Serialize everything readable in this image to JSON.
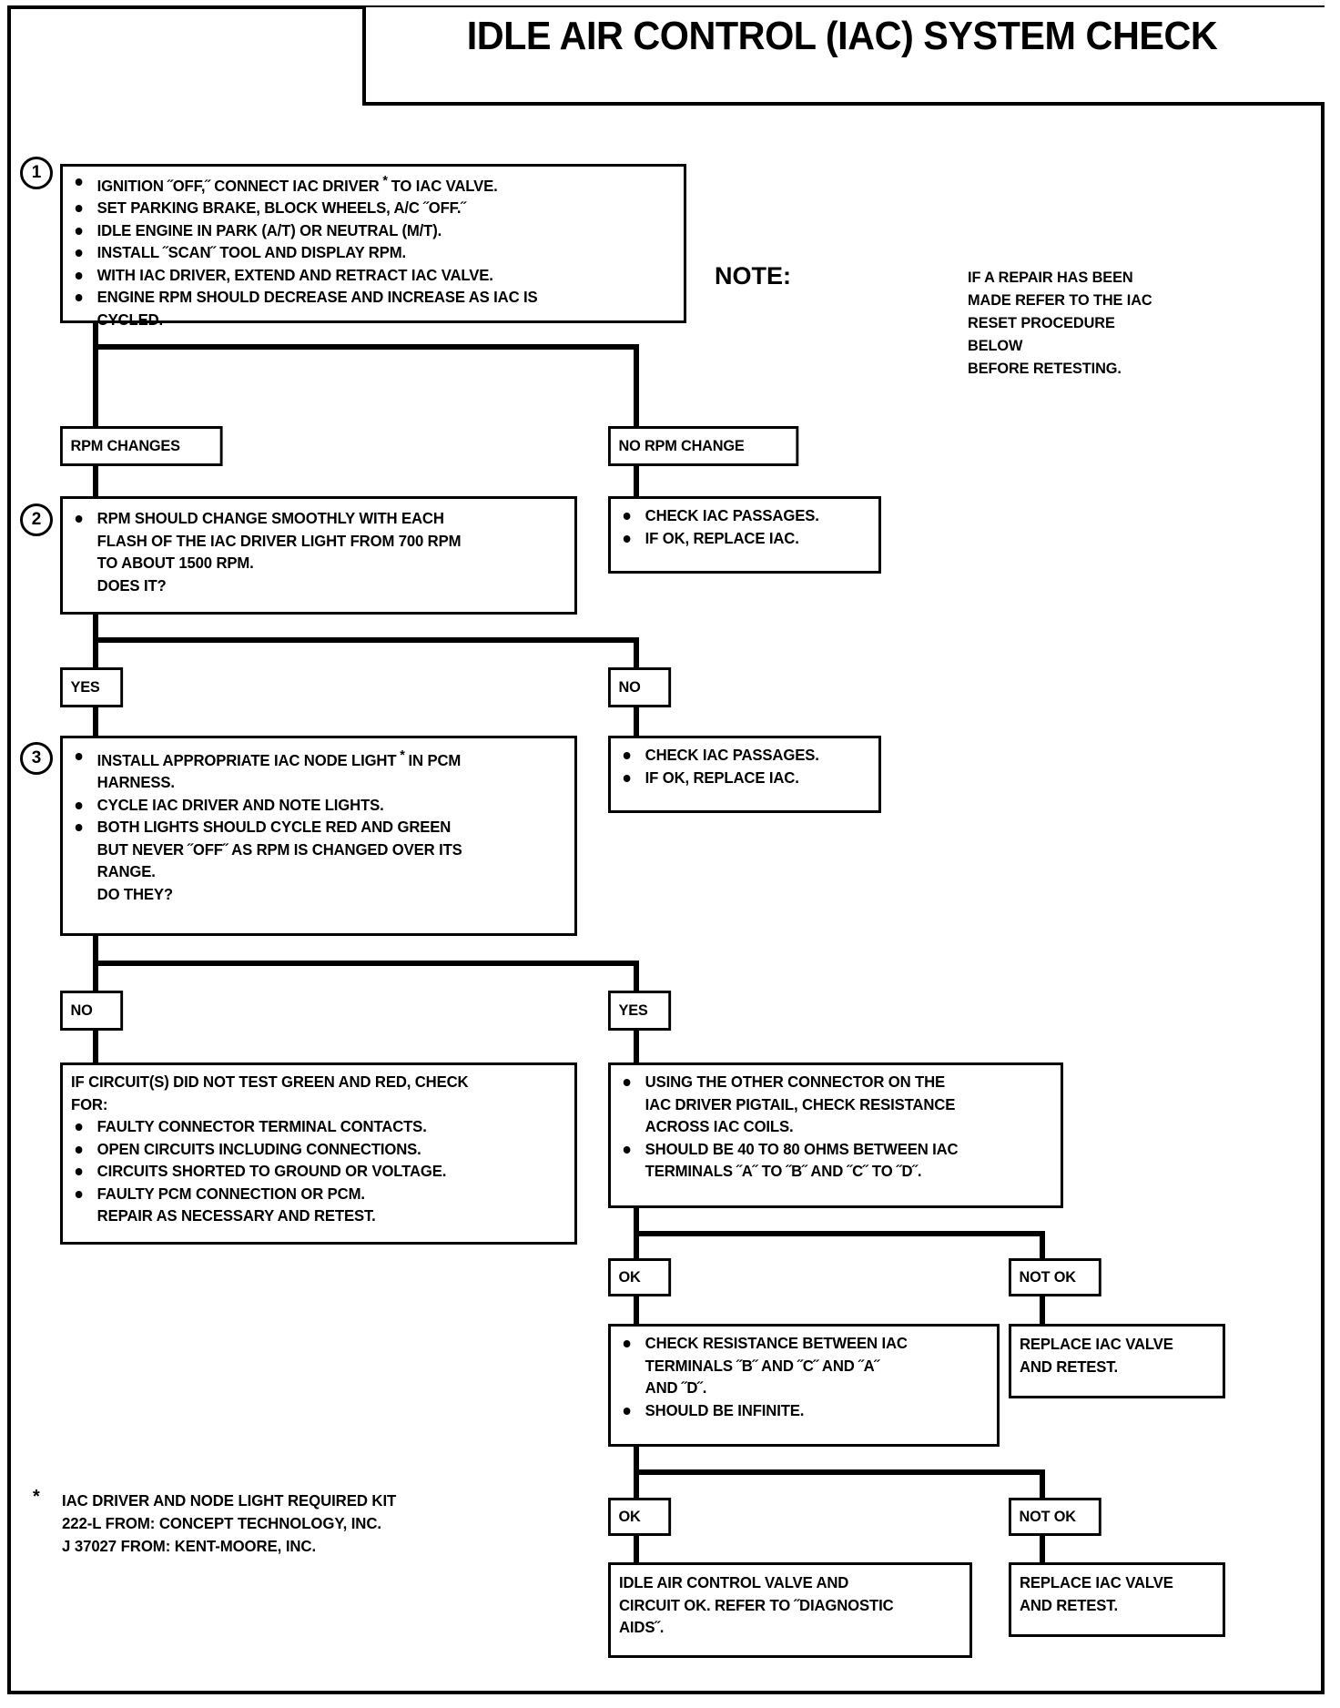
{
  "title": "IDLE AIR CONTROL (IAC) SYSTEM CHECK",
  "note": {
    "label": "NOTE:",
    "line1": "IF A REPAIR HAS BEEN",
    "line2": "MADE REFER TO THE IAC",
    "line3": "RESET PROCEDURE BELOW",
    "line4": "BEFORE RETESTING."
  },
  "step1": {
    "number": "1",
    "b1a": "IGNITION ˝OFF,˝ CONNECT IAC DRIVER",
    "b1b": "TO IAC VALVE.",
    "b2": "SET PARKING BRAKE, BLOCK WHEELS, A/C ˝OFF.˝",
    "b3": "IDLE ENGINE IN PARK (A/T) OR NEUTRAL (M/T).",
    "b4": "INSTALL ˝SCAN˝ TOOL AND DISPLAY RPM.",
    "b5": "WITH IAC DRIVER, EXTEND AND RETRACT IAC VALVE.",
    "b6l1": "ENGINE RPM SHOULD DECREASE AND INCREASE AS IAC IS",
    "b6l2": "CYCLED."
  },
  "branch1": {
    "left_label": "RPM CHANGES",
    "right_label": "NO RPM CHANGE"
  },
  "step2": {
    "number": "2",
    "b1l1": "RPM SHOULD CHANGE SMOOTHLY WITH EACH",
    "b1l2": "FLASH OF THE IAC DRIVER LIGHT FROM 700 RPM",
    "b1l3": "TO ABOUT 1500 RPM.",
    "b1l4": "DOES IT?"
  },
  "nochange_box": {
    "b1": "CHECK IAC PASSAGES.",
    "b2": "IF OK, REPLACE IAC."
  },
  "branch2": {
    "left_label": "YES",
    "right_label": "NO"
  },
  "step3": {
    "number": "3",
    "b1a": "INSTALL APPROPRIATE IAC NODE LIGHT",
    "b1b": "IN PCM",
    "b1l2": "HARNESS.",
    "b2": "CYCLE IAC DRIVER AND NOTE LIGHTS.",
    "b3l1": "BOTH LIGHTS SHOULD CYCLE RED AND GREEN",
    "b3l2": "BUT NEVER ˝OFF˝ AS RPM IS CHANGED OVER ITS",
    "b3l3": "RANGE.",
    "b3l4": "DO THEY?"
  },
  "no_box_2": {
    "b1": "CHECK IAC PASSAGES.",
    "b2": "IF OK, REPLACE IAC."
  },
  "branch3": {
    "left_label": "NO",
    "right_label": "YES"
  },
  "circuit_box": {
    "intro_l1": "IF CIRCUIT(S) DID NOT TEST GREEN AND RED, CHECK",
    "intro_l2": "FOR:",
    "b1": "FAULTY CONNECTOR TERMINAL CONTACTS.",
    "b2": "OPEN CIRCUITS INCLUDING CONNECTIONS.",
    "b3": "CIRCUITS SHORTED TO GROUND OR VOLTAGE.",
    "b4l1": "FAULTY PCM CONNECTION OR PCM.",
    "b4l2": "REPAIR AS NECESSARY AND RETEST."
  },
  "resistance_box": {
    "b1l1": "USING THE OTHER CONNECTOR ON THE",
    "b1l2": "IAC DRIVER PIGTAIL, CHECK RESISTANCE",
    "b1l3": "ACROSS IAC COILS.",
    "b2l1": "SHOULD BE 40 TO 80 OHMS BETWEEN IAC",
    "b2l2": "TERMINALS ˝A˝ TO ˝B˝ AND ˝C˝ TO ˝D˝."
  },
  "branch4": {
    "left_label": "OK",
    "right_label": "NOT OK"
  },
  "resistance_box2": {
    "b1l1": "CHECK RESISTANCE BETWEEN IAC",
    "b1l2": "TERMINALS ˝B˝ AND ˝C˝ AND ˝A˝",
    "b1l3": "AND ˝D˝.",
    "b2": "SHOULD BE INFINITE."
  },
  "replace_box_1": {
    "l1": "REPLACE IAC VALVE",
    "l2": "AND RETEST."
  },
  "branch5": {
    "left_label": "OK",
    "right_label": "NOT OK"
  },
  "final_box": {
    "l1": "IDLE AIR CONTROL VALVE AND",
    "l2": "CIRCUIT OK.  REFER TO ˝DIAGNOSTIC",
    "l3": "AIDS˝."
  },
  "replace_box_2": {
    "l1": "REPLACE IAC VALVE",
    "l2": "AND RETEST."
  },
  "footnote": {
    "star": "*",
    "l1": "IAC DRIVER AND NODE LIGHT REQUIRED KIT",
    "l2": "222-L FROM:  CONCEPT TECHNOLOGY, INC.",
    "l3": "J 37027 FROM:  KENT-MOORE, INC."
  }
}
